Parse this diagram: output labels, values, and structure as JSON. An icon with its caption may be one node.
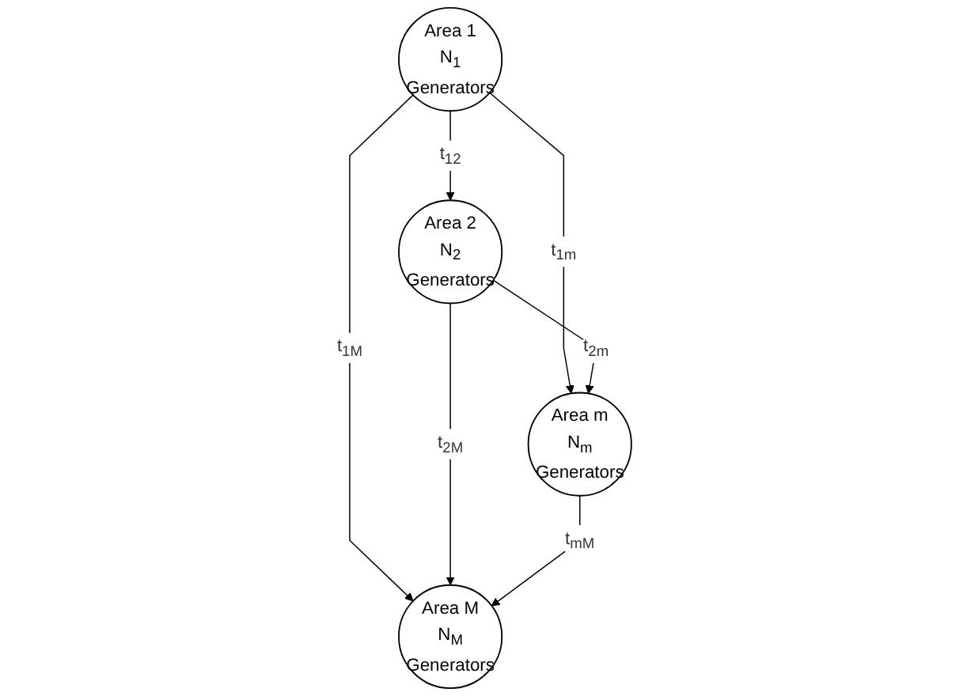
{
  "diagram": {
    "nodes": [
      {
        "text": [
          "Area 1",
          "N$_{1}$",
          "Generators"
        ]
      },
      {
        "text": [
          "Area 2",
          "N$_{2}$",
          "Generators"
        ]
      },
      {
        "text": [
          "Area m",
          "N$_{m}$",
          "Generators"
        ]
      },
      {
        "text": [
          "Area M",
          "N$_{M}$",
          "Generators"
        ]
      }
    ],
    "edges": [
      {
        "from": 0,
        "to": 1,
        "arrow": "to",
        "label": "t$_{12}$"
      },
      {
        "from": 0,
        "to": 2,
        "arrow": "to",
        "label": "t$_{1m}$"
      },
      {
        "from": 1,
        "to": 2,
        "arrow": "to",
        "label": "t$_{2m}$"
      },
      {
        "from": 0,
        "to": 3,
        "arrow": "to",
        "label": "t$_{1M}$"
      },
      {
        "from": 1,
        "to": 3,
        "arrow": "to",
        "label": "t$_{2M}$"
      },
      {
        "from": 2,
        "to": 3,
        "arrow": "to",
        "label": "t$_{mM}$"
      }
    ]
  }
}
